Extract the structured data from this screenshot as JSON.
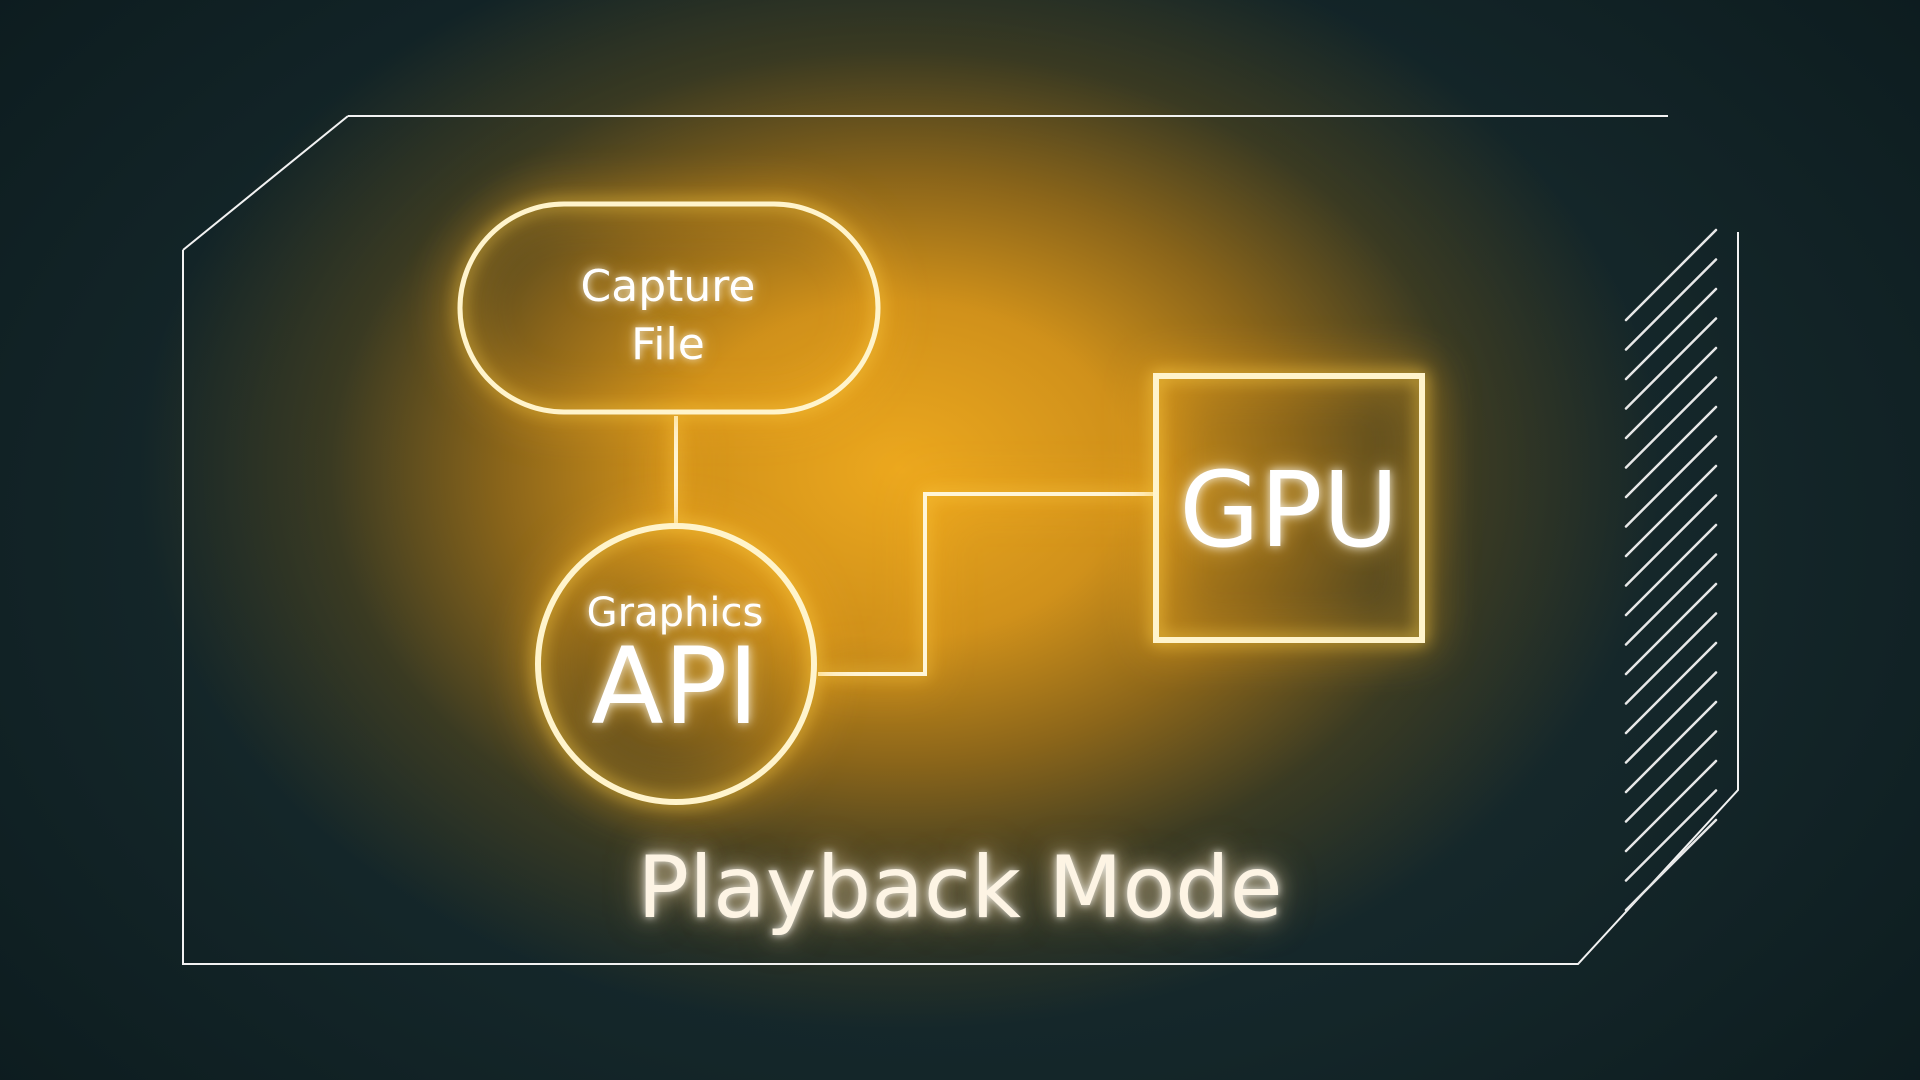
{
  "diagram": {
    "capture_file": "Capture\nFile",
    "graphics_line": "Graphics",
    "api_line": "API",
    "gpu": "GPU",
    "mode": "Playback Mode"
  },
  "colors": {
    "glow_yellow": "#ffd24a",
    "glow_orange": "#ffb21e",
    "line_white": "#ffffff",
    "background": "#0f2124"
  }
}
